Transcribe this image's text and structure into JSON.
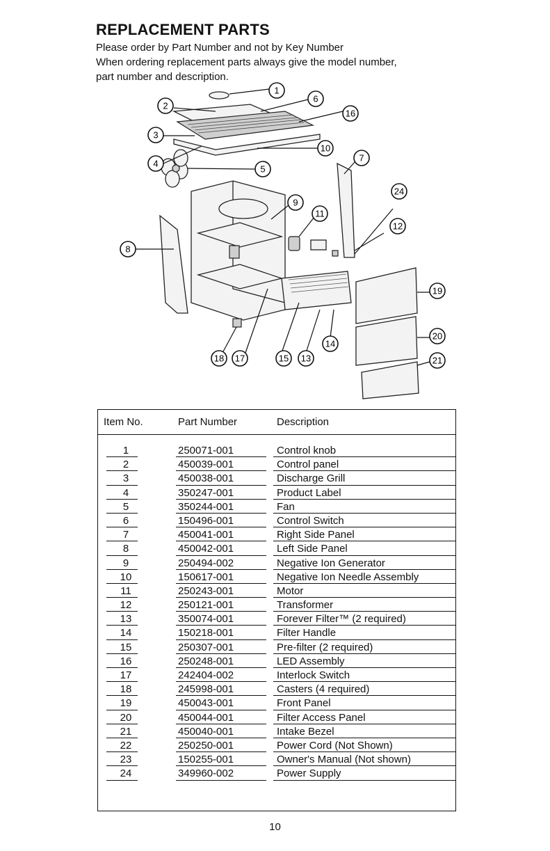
{
  "header": {
    "title": "REPLACEMENT PARTS",
    "intro_lines": [
      "Please order by Part Number and not by Key Number",
      "When ordering replacement parts always give the model number,",
      "part number and description."
    ]
  },
  "diagram": {
    "callouts": [
      "1",
      "2",
      "3",
      "4",
      "5",
      "6",
      "7",
      "8",
      "9",
      "10",
      "11",
      "12",
      "13",
      "14",
      "15",
      "16",
      "17",
      "18",
      "19",
      "20",
      "21",
      "24"
    ]
  },
  "table": {
    "headers": {
      "item": "Item No.",
      "part": "Part Number",
      "desc": "Description"
    },
    "rows": [
      {
        "item": "1",
        "part": "250071-001",
        "desc": "Control knob"
      },
      {
        "item": "2",
        "part": "450039-001",
        "desc": "Control panel"
      },
      {
        "item": "3",
        "part": "450038-001",
        "desc": "Discharge Grill"
      },
      {
        "item": "4",
        "part": "350247-001",
        "desc": "Product Label"
      },
      {
        "item": "5",
        "part": "350244-001",
        "desc": "Fan"
      },
      {
        "item": "6",
        "part": "150496-001",
        "desc": "Control Switch"
      },
      {
        "item": "7",
        "part": "450041-001",
        "desc": "Right Side Panel"
      },
      {
        "item": "8",
        "part": "450042-001",
        "desc": "Left Side Panel"
      },
      {
        "item": "9",
        "part": "250494-002",
        "desc": "Negative Ion Generator"
      },
      {
        "item": "10",
        "part": "150617-001",
        "desc": "Negative Ion Needle Assembly"
      },
      {
        "item": "11",
        "part": "250243-001",
        "desc": "Motor"
      },
      {
        "item": "12",
        "part": "250121-001",
        "desc": "Transformer"
      },
      {
        "item": "13",
        "part": "350074-001",
        "desc": "Forever Filter™ (2 required)"
      },
      {
        "item": "14",
        "part": "150218-001",
        "desc": "Filter Handle"
      },
      {
        "item": "15",
        "part": "250307-001",
        "desc": "Pre-filter (2 required)"
      },
      {
        "item": "16",
        "part": "250248-001",
        "desc": "LED Assembly"
      },
      {
        "item": "17",
        "part": "242404-002",
        "desc": "Interlock Switch"
      },
      {
        "item": "18",
        "part": "245998-001",
        "desc": "Casters (4 required)"
      },
      {
        "item": "19",
        "part": "450043-001",
        "desc": "Front Panel"
      },
      {
        "item": "20",
        "part": "450044-001",
        "desc": "Filter Access Panel"
      },
      {
        "item": "21",
        "part": "450040-001",
        "desc": "Intake Bezel"
      },
      {
        "item": "22",
        "part": "250250-001",
        "desc": "Power Cord (Not Shown)"
      },
      {
        "item": "23",
        "part": "150255-001",
        "desc": "Owner's Manual (Not shown)"
      },
      {
        "item": "24",
        "part": "349960-002",
        "desc": "Power Supply"
      }
    ]
  },
  "footer": {
    "page_number": "10"
  }
}
